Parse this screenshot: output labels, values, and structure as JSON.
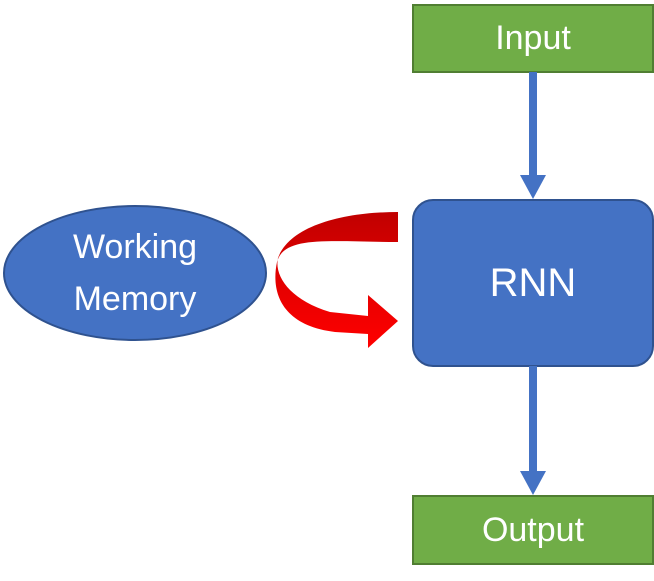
{
  "nodes": {
    "input": {
      "label": "Input"
    },
    "rnn": {
      "label": "RNN"
    },
    "output": {
      "label": "Output"
    },
    "memory": {
      "line1": "Working",
      "line2": "Memory"
    }
  },
  "colors": {
    "green_fill": "#70AD47",
    "green_stroke": "#507E32",
    "blue_fill": "#4472C4",
    "blue_stroke": "#2F528F",
    "arrow_blue": "#4472C4",
    "loop_red": "#FF0000",
    "loop_red_dark": "#C00000"
  }
}
